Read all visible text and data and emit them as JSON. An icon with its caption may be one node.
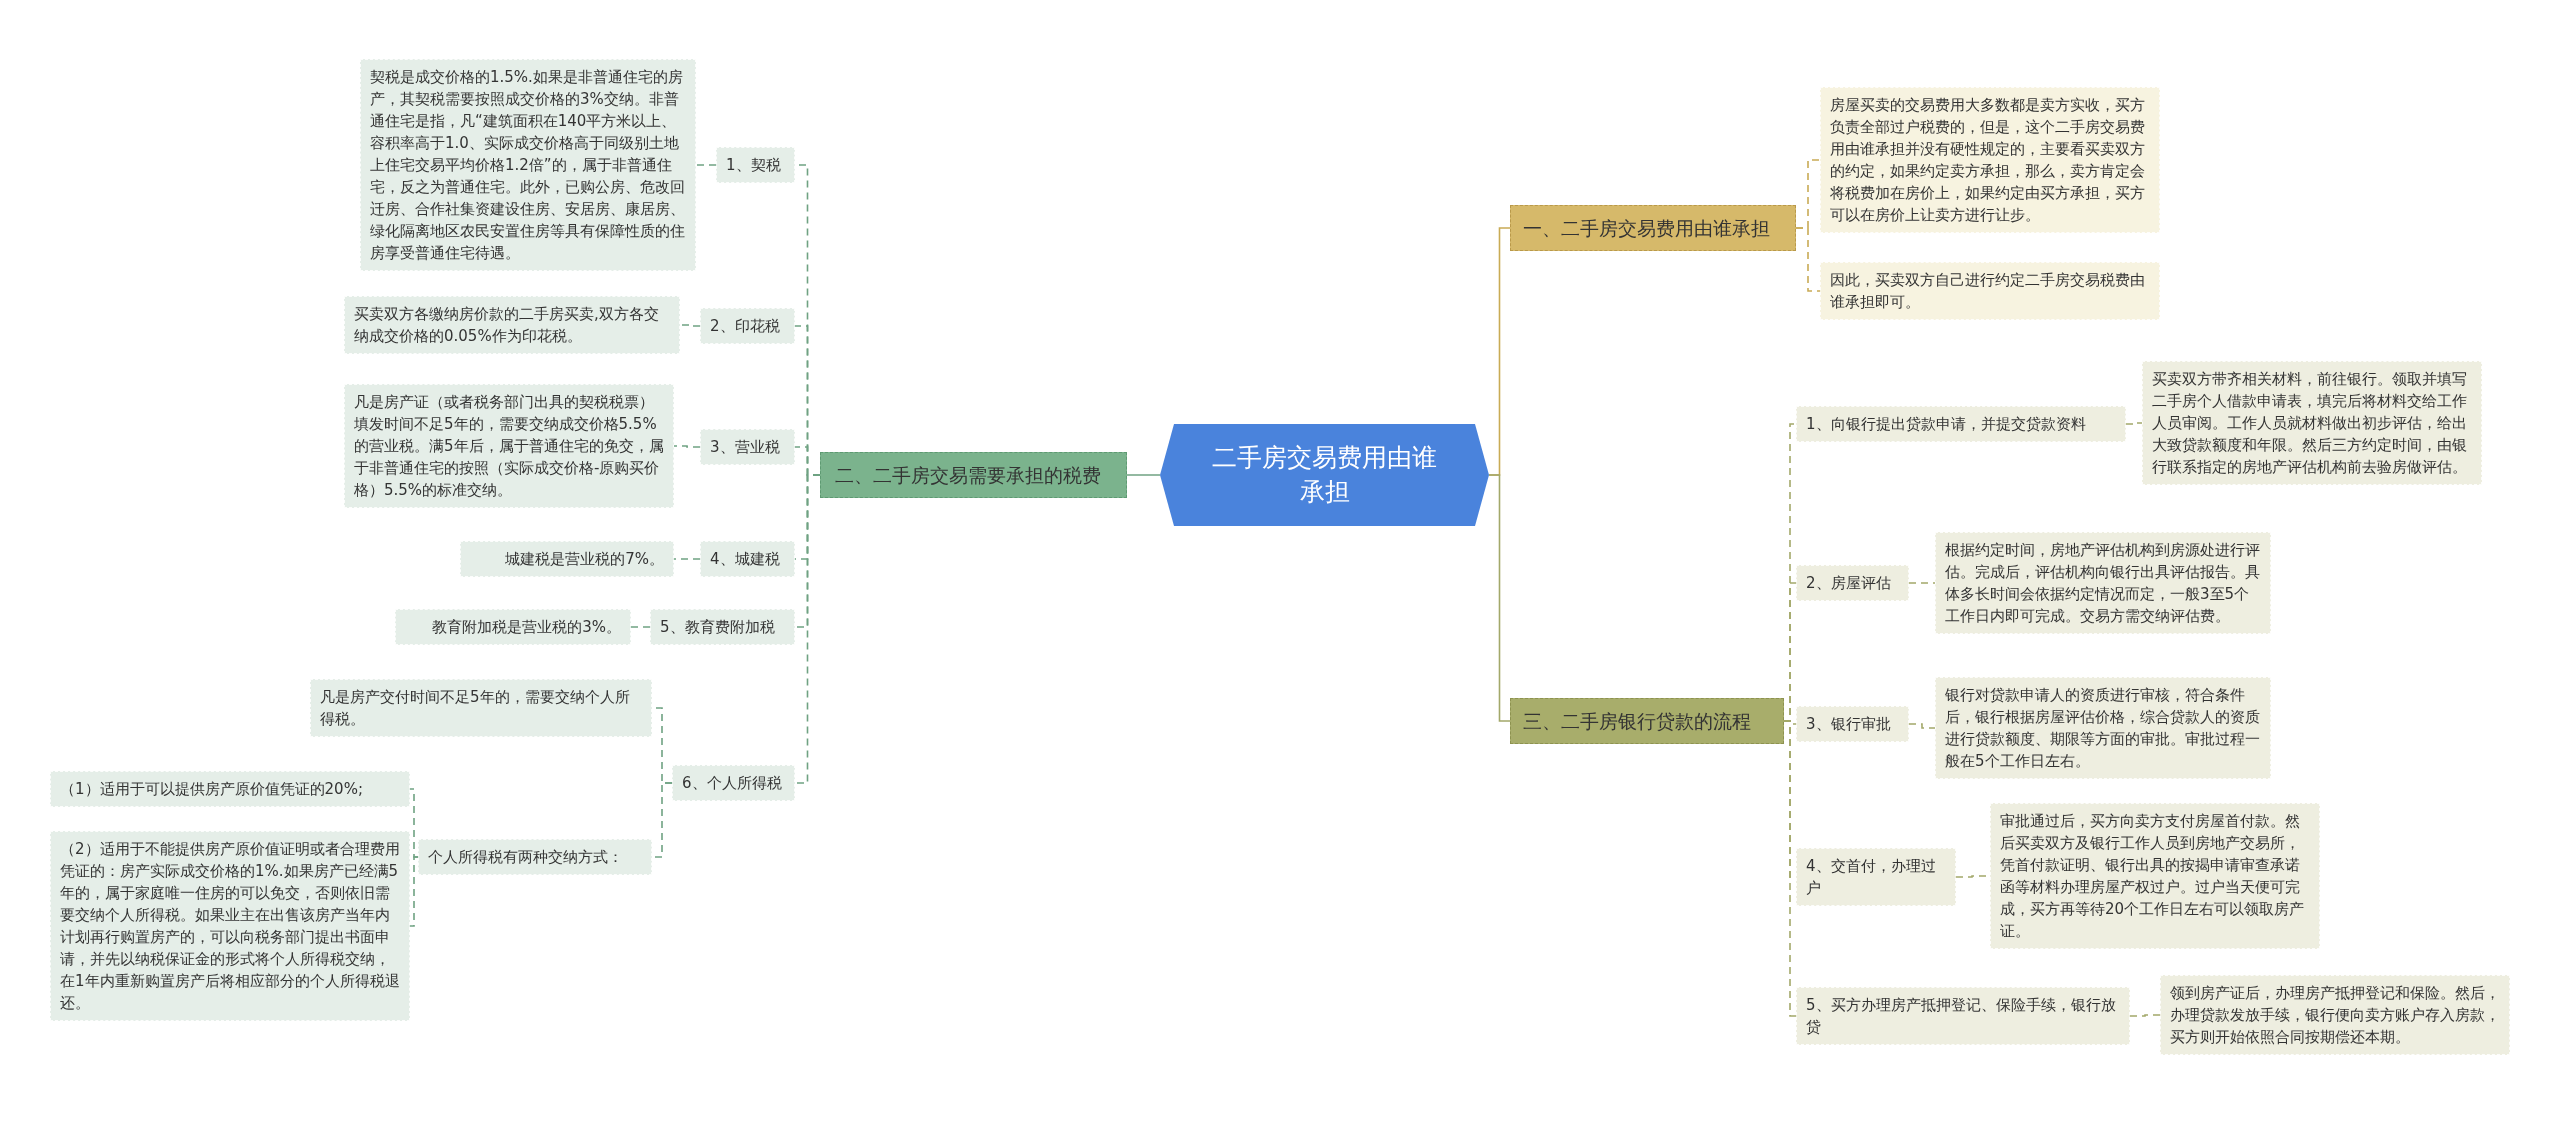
{
  "diagram": {
    "nodes": [
      {
        "text": [
          "二手房交易费用由谁承担"
        ]
      },
      {
        "text": [
          "一、二手房交易费用由谁承担"
        ]
      },
      {
        "text": [
          "房屋买卖的交易费用大多数都是卖方实收，买方负责全部过户税费的，但是，这个二手房交易费用由谁承担并没有硬性规定的，主要看买卖双方的约定，如果约定卖方承担，那么，卖方肯定会将税费加在房价上，如果约定由买方承担，买方可以在房价上让卖方进行让步。"
        ]
      },
      {
        "text": [
          "因此，买卖双方自己进行约定二手房交易税费由谁承担即可。"
        ]
      },
      {
        "text": [
          "二、二手房交易需要承担的税费"
        ]
      },
      {
        "text": [
          "1、契税"
        ]
      },
      {
        "text": [
          "契税是成交价格的1.5%.如果是非普通住宅的房产，其契税需要按照成交价格的3%交纳。非普通住宅是指，凡“建筑面积在140平方米以上、容积率高于1.0、实际成交价格高于同级别土地上住宅交易平均价格1.2倍”的，属于非普通住宅，反之为普通住宅。此外，已购公房、危改回迁房、合作社集资建设住房、安居房、康居房、绿化隔离地区农民安置住房等具有保障性质的住房享受普通住宅待遇。"
        ]
      },
      {
        "text": [
          "2、印花税"
        ]
      },
      {
        "text": [
          "买卖双方各缴纳房价款的二手房买卖,双方各交纳成交价格的0.05%作为印花税。"
        ]
      },
      {
        "text": [
          "3、营业税"
        ]
      },
      {
        "text": [
          "凡是房产证（或者税务部门出具的契税税票）填发时间不足5年的，需要交纳成交价格5.5%的营业税。满5年后，属于普通住宅的免交，属于非普通住宅的按照（实际成交价格-原购买价格）5.5%的标准交纳。"
        ]
      },
      {
        "text": [
          "4、城建税"
        ]
      },
      {
        "text": [
          "城建税是营业税的7%。"
        ]
      },
      {
        "text": [
          "5、教育费附加税"
        ]
      },
      {
        "text": [
          "教育附加税是营业税的3%。"
        ]
      },
      {
        "text": [
          "6、个人所得税"
        ]
      },
      {
        "text": [
          "凡是房产交付时间不足5年的，需要交纳个人所得税。"
        ]
      },
      {
        "text": [
          "个人所得税有两种交纳方式："
        ]
      },
      {
        "text": [
          "（1）适用于可以提供房产原价值凭证的20%;"
        ]
      },
      {
        "text": [
          "（2）适用于不能提供房产原价值证明或者合理费用凭证的：房产实际成交价格的1%.如果房产已经满5年的，属于家庭唯一住房的可以免交，否则依旧需要交纳个人所得税。如果业主在出售该房产当年内计划再行购置房产的，可以向税务部门提出书面申请，并先以纳税保证金的形式将个人所得税交纳，在1年内重新购置房产后将相应部分的个人所得税退还。"
        ]
      },
      {
        "text": [
          "三、二手房银行贷款的流程"
        ]
      },
      {
        "text": [
          "1、向银行提出贷款申请，并提交贷款资料"
        ]
      },
      {
        "text": [
          "买卖双方带齐相关材料，前往银行。领取并填写二手房个人借款申请表，填完后将材料交给工作人员审阅。工作人员就材料做出初步评估，给出大致贷款额度和年限。然后三方约定时间，由银行联系指定的房地产评估机构前去验房做评估。"
        ]
      },
      {
        "text": [
          "2、房屋评估"
        ]
      },
      {
        "text": [
          "根据约定时间，房地产评估机构到房源处进行评估。完成后，评估机构向银行出具评估报告。具体多长时间会依据约定情况而定，一般3至5个工作日内即可完成。交易方需交纳评估费。"
        ]
      },
      {
        "text": [
          "3、银行审批"
        ]
      },
      {
        "text": [
          "银行对贷款申请人的资质进行审核，符合条件后，银行根据房屋评估价格，综合贷款人的资质进行贷款额度、期限等方面的审批。审批过程一般在5个工作日左右。"
        ]
      },
      {
        "text": [
          "4、交首付，办理过户"
        ]
      },
      {
        "text": [
          "审批通过后，买方向卖方支付房屋首付款。然后买卖双方及银行工作人员到房地产交易所，凭首付款证明、银行出具的按揭申请审查承诺函等材料办理房屋产权过户。过户当天便可完成，买方再等待20个工作日左右可以领取房产证。"
        ]
      },
      {
        "text": [
          "5、买方办理房产抵押登记、保险手续，银行放贷"
        ]
      },
      {
        "text": [
          "领到房产证后，办理房产抵押登记和保险。然后，办理贷款发放手续，银行便向卖方账户存入房款，买方则开始依照合同按期偿还本期。"
        ]
      }
    ],
    "edges": [
      {
        "from": 0,
        "to": 4,
        "arrow": "none"
      },
      {
        "from": 4,
        "to": 5,
        "arrow": "none",
        "style": "dashed"
      },
      {
        "from": 5,
        "to": 6,
        "arrow": "none",
        "style": "dashed"
      },
      {
        "from": 4,
        "to": 7,
        "arrow": "none",
        "style": "dashed"
      },
      {
        "from": 7,
        "to": 8,
        "arrow": "none",
        "style": "dashed"
      },
      {
        "from": 4,
        "to": 9,
        "arrow": "none",
        "style": "dashed"
      },
      {
        "from": 9,
        "to": 10,
        "arrow": "none",
        "style": "dashed"
      },
      {
        "from": 4,
        "to": 11,
        "arrow": "none",
        "style": "dashed"
      },
      {
        "from": 11,
        "to": 12,
        "arrow": "none",
        "style": "dashed"
      },
      {
        "from": 4,
        "to": 13,
        "arrow": "none",
        "style": "dashed"
      },
      {
        "from": 13,
        "to": 14,
        "arrow": "none",
        "style": "dashed"
      },
      {
        "from": 4,
        "to": 15,
        "arrow": "none",
        "style": "dashed"
      },
      {
        "from": 15,
        "to": 16,
        "arrow": "none",
        "style": "dashed"
      },
      {
        "from": 15,
        "to": 17,
        "arrow": "none",
        "style": "dashed"
      },
      {
        "from": 17,
        "to": 18,
        "arrow": "none",
        "style": "dashed"
      },
      {
        "from": 17,
        "to": 19,
        "arrow": "none",
        "style": "dashed"
      },
      {
        "from": 0,
        "to": 1,
        "arrow": "none",
        "color": "#c9ab55"
      },
      {
        "from": 1,
        "to": 2,
        "arrow": "none",
        "style": "dashed",
        "color": "#c9ab55"
      },
      {
        "from": 1,
        "to": 3,
        "arrow": "none",
        "style": "dashed",
        "color": "#c9ab55"
      },
      {
        "from": 0,
        "to": 20,
        "arrow": "none",
        "color": "#a3a86a"
      },
      {
        "from": 20,
        "to": 21,
        "arrow": "none",
        "style": "dashed",
        "color": "#a3a86a"
      },
      {
        "from": 21,
        "to": 22,
        "arrow": "none",
        "style": "dashed",
        "color": "#a3a86a"
      },
      {
        "from": 20,
        "to": 23,
        "arrow": "none",
        "style": "dashed",
        "color": "#a3a86a"
      },
      {
        "from": 23,
        "to": 24,
        "arrow": "none",
        "style": "dashed",
        "color": "#a3a86a"
      },
      {
        "from": 20,
        "to": 25,
        "arrow": "none",
        "style": "dashed",
        "color": "#a3a86a"
      },
      {
        "from": 25,
        "to": 26,
        "arrow": "none",
        "style": "dashed",
        "color": "#a3a86a"
      },
      {
        "from": 20,
        "to": 27,
        "arrow": "none",
        "style": "dashed",
        "color": "#a3a86a"
      },
      {
        "from": 27,
        "to": 28,
        "arrow": "none",
        "style": "dashed",
        "color": "#a3a86a"
      },
      {
        "from": 20,
        "to": 29,
        "arrow": "none",
        "style": "dashed",
        "color": "#a3a86a"
      },
      {
        "from": 29,
        "to": 30,
        "arrow": "none",
        "style": "dashed",
        "color": "#a3a86a"
      }
    ]
  }
}
